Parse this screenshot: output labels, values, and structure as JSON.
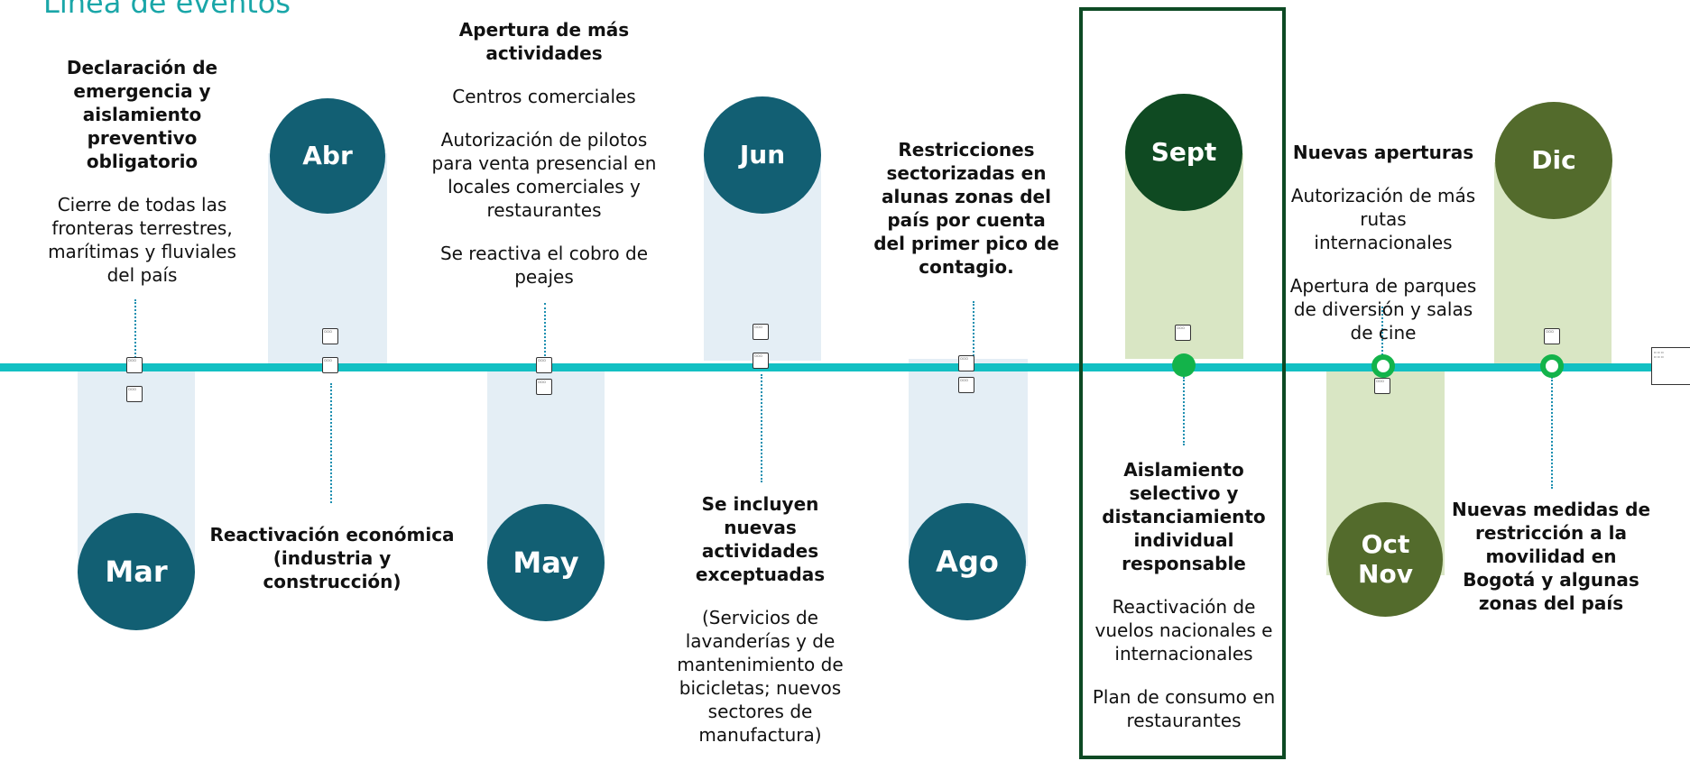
{
  "title": "Línea de eventos",
  "months": {
    "mar": "Mar",
    "abr": "Abr",
    "may": "May",
    "jun": "Jun",
    "ago": "Ago",
    "sept": "Sept",
    "oct_nov": "Oct\nNov",
    "dic": "Dic"
  },
  "events": {
    "mar": {
      "heading": "Declaración de emergencia y aislamiento preventivo obligatorio",
      "detail": "Cierre de todas las fronteras terrestres, marítimas y fluviales del país"
    },
    "abr": {
      "heading": "Reactivación económica (industria y construcción)"
    },
    "may": {
      "heading": "Apertura de más actividades",
      "detail1": "Centros comerciales",
      "detail2": "Autorización de pilotos para venta presencial en locales comerciales y restaurantes",
      "detail3": "Se reactiva el cobro de peajes"
    },
    "jun": {
      "heading": "Se incluyen nuevas actividades exceptuadas",
      "detail": "(Servicios de lavanderías y de mantenimiento de bicicletas; nuevos sectores de manufactura)"
    },
    "ago": {
      "heading": "Restricciones sectorizadas en alunas zonas del país por cuenta del primer pico de contagio."
    },
    "sept": {
      "heading": "Aislamiento selectivo y distanciamiento individual responsable",
      "detail1": "Reactivación de vuelos nacionales e internacionales",
      "detail2": "Plan de consumo en restaurantes"
    },
    "oct_nov": {
      "heading": "Nuevas aperturas",
      "detail1": "Autorización de más rutas internacionales",
      "detail2": "Apertura de parques de diversión y salas de cine"
    },
    "dic": {
      "heading": "Nuevas medidas de restricción a la movilidad en Bogotá y algunas zonas del país"
    }
  },
  "colors": {
    "timeline": "#13c0c3",
    "title": "#1aa6a8",
    "circle_teal": "#125f73",
    "circle_dark_green": "#0f4a22",
    "circle_olive": "#536b2c",
    "strip_blue": "#e4eef5",
    "strip_green": "#d9e6c4",
    "marker_green": "#13b34a",
    "highlight_border": "#0d4a24"
  },
  "icons": [
    "picture-placeholder-icon"
  ]
}
